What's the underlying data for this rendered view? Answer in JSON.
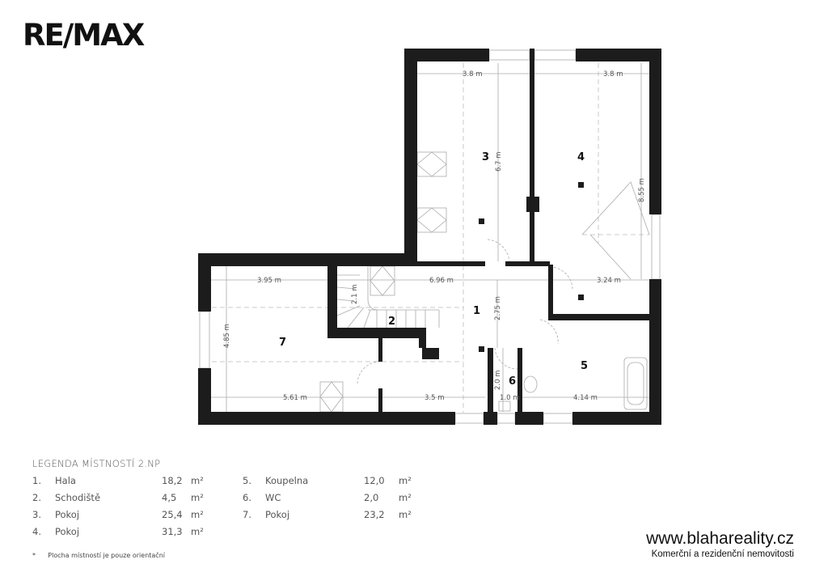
{
  "brand": {
    "logo": "RE/MAX",
    "website": "www.blahareality.cz",
    "tagline": "Komerční a rezidenční nemovitosti"
  },
  "legend": {
    "title": "LEGENDA MÍSTNOSTÍ 2.NP",
    "unit": "m²",
    "rooms": [
      {
        "no": "1.",
        "name": "Hala",
        "area": "18,2"
      },
      {
        "no": "2.",
        "name": "Schodiště",
        "area": "4,5"
      },
      {
        "no": "3.",
        "name": "Pokoj",
        "area": "25,4"
      },
      {
        "no": "4.",
        "name": "Pokoj",
        "area": "31,3"
      },
      {
        "no": "5.",
        "name": "Koupelna",
        "area": "12,0"
      },
      {
        "no": "6.",
        "name": "WC",
        "area": "2,0"
      },
      {
        "no": "7.",
        "name": "Pokoj",
        "area": "23,2"
      }
    ],
    "note_mark": "*",
    "note": "Plocha místností je pouze orientační"
  },
  "plan": {
    "room_numbers": [
      "1",
      "2",
      "3",
      "4",
      "5",
      "6",
      "7"
    ],
    "dimensions": {
      "r3_width": "3.8 m",
      "r4_width": "3.8 m",
      "r3_length": "6.7 m",
      "r4_length": "8.55 m",
      "r4_lower": "3.24 m",
      "r7_width": "3.95 m",
      "r7_depth": "4.85 m",
      "r7_bottom": "5.61 m",
      "hall_width": "6.96 m",
      "hall_depth": "2.75 m",
      "stair": "2.1 m",
      "hall_bottom": "3.5 m",
      "wc_depth": "2.0 m",
      "wc_width": "1.0 m",
      "r5_width": "4.14 m"
    }
  }
}
